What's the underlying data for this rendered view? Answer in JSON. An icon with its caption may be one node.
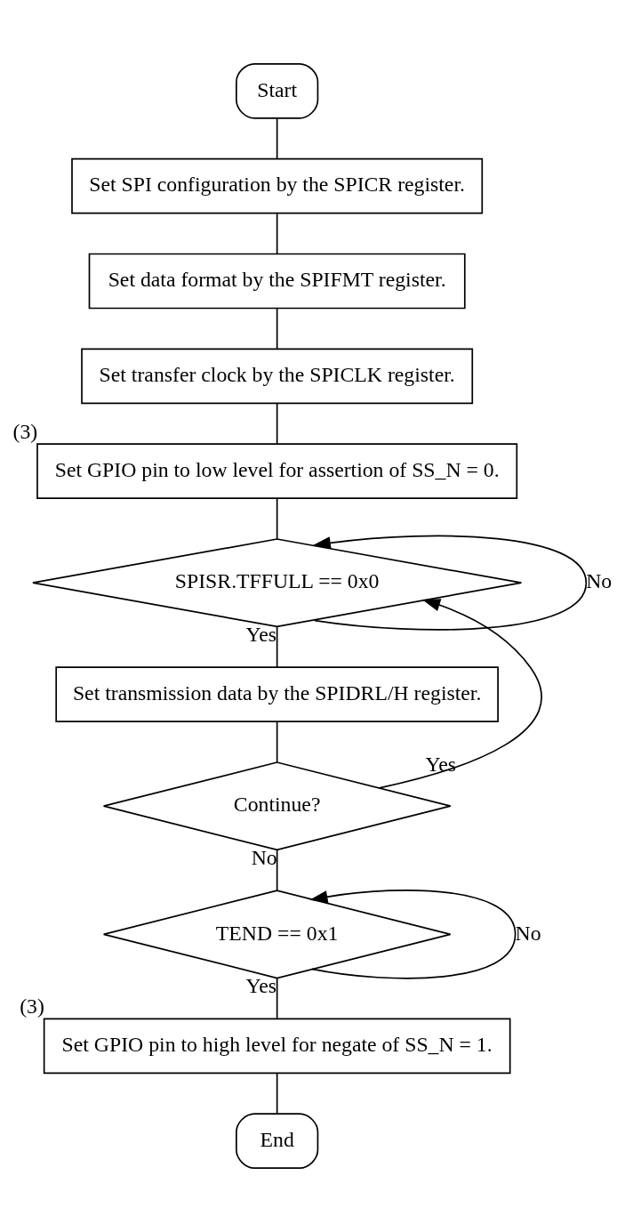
{
  "diagram": {
    "nodes": [
      {
        "text": [
          "Start"
        ]
      },
      {
        "text": [
          "Set SPI configuration by the SPICR register."
        ]
      },
      {
        "text": [
          "Set data format by the SPIFMT register."
        ]
      },
      {
        "text": [
          "Set transfer clock by the SPICLK register."
        ]
      },
      {
        "text": [
          "Set GPIO pin to low level for assertion of SS_N = 0."
        ],
        "beside": [
          "(3)"
        ]
      },
      {
        "text": [
          "SPISR.TFFULL == 0x0"
        ]
      },
      {
        "text": [
          "Set transmission data by the SPIDRL/H register."
        ]
      },
      {
        "text": [
          "Continue?"
        ]
      },
      {
        "text": [
          "TEND == 0x1"
        ]
      },
      {
        "text": [
          "Set GPIO pin to high level for negate of SS_N = 1."
        ],
        "beside": [
          "(3)"
        ]
      },
      {
        "text": [
          "End"
        ]
      }
    ],
    "edges": [
      {
        "from": 0,
        "to": 1,
        "arrow": "none"
      },
      {
        "from": 1,
        "to": 2,
        "arrow": "none"
      },
      {
        "from": 2,
        "to": 3,
        "arrow": "none"
      },
      {
        "from": 3,
        "to": 4,
        "arrow": "none"
      },
      {
        "from": 4,
        "to": 5,
        "arrow": "none"
      },
      {
        "from": 5,
        "to": 5,
        "label": "No",
        "arrow": "to"
      },
      {
        "from": 5,
        "to": 6,
        "label": "Yes",
        "arrow": "none"
      },
      {
        "from": 6,
        "to": 7,
        "arrow": "none"
      },
      {
        "from": 7,
        "to": 5,
        "label": "Yes",
        "arrow": "to"
      },
      {
        "from": 7,
        "to": 8,
        "label": "No",
        "arrow": "none"
      },
      {
        "from": 8,
        "to": 8,
        "label": "No",
        "arrow": "to"
      },
      {
        "from": 8,
        "to": 9,
        "label": "Yes",
        "arrow": "none"
      },
      {
        "from": 9,
        "to": 10,
        "arrow": "none"
      }
    ]
  }
}
